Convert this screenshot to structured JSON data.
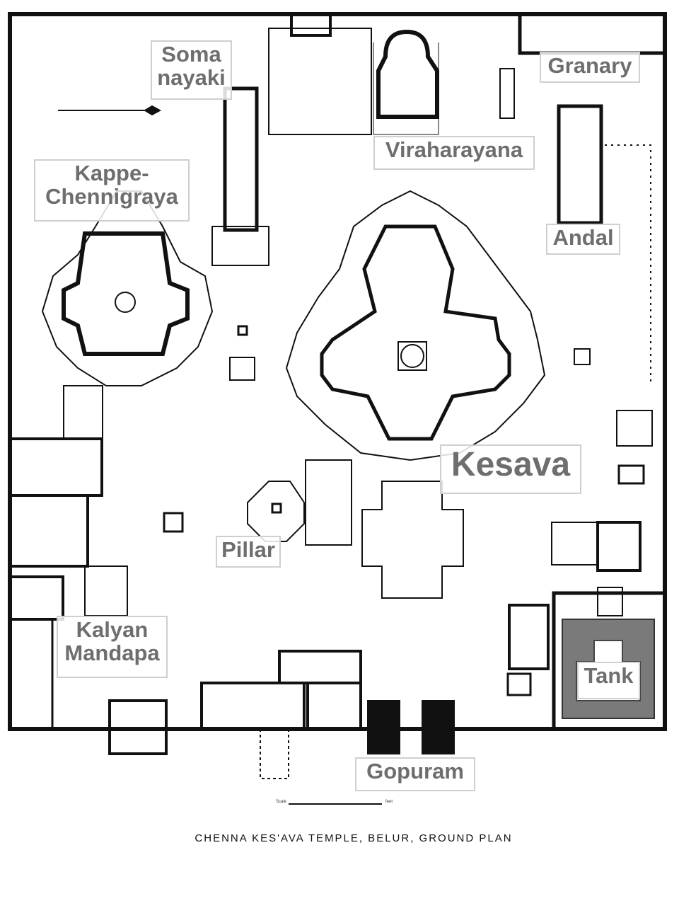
{
  "title": "CHENNA KES'AVA TEMPLE, BELUR, GROUND PLAN",
  "scale_label": "Scale",
  "scale_unit": "feet",
  "labels": {
    "soma_nayaki": "Soma nayaki",
    "granary": "Granary",
    "viraharayana": "Viraharayana",
    "kappe_chennigraya": "Kappe-Chennigraya",
    "andal": "Andal",
    "kesava": "Kesava",
    "pillar": "Pillar",
    "kalyan_mandapa": "Kalyan Mandapa",
    "tank": "Tank",
    "gopuram": "Gopuram"
  }
}
